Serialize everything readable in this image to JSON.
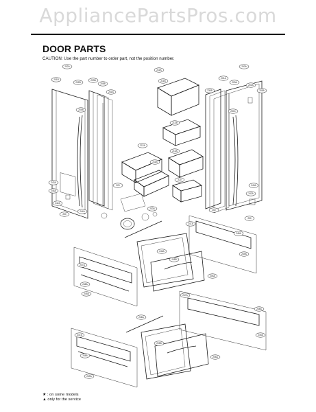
{
  "watermark": "AppliancePartsPros.com",
  "section_title": "DOOR PARTS",
  "caution": "CAUTION: Use the part number to order part, not the position number.",
  "notes": {
    "on_some_models": "★ : on some models",
    "service_only": "▲ only for the service"
  },
  "callouts": [
    "200A",
    "201A",
    "201B",
    "202A",
    "202B",
    "203A",
    "203B",
    "204A",
    "204B",
    "205A",
    "205B",
    "211A",
    "211B",
    "212A",
    "212B",
    "213A",
    "220",
    "230A",
    "230B",
    "230C",
    "241A",
    "242A",
    "243A",
    "244A",
    "245A",
    "246A",
    "247A",
    "248A",
    "249A",
    "250",
    "260"
  ]
}
